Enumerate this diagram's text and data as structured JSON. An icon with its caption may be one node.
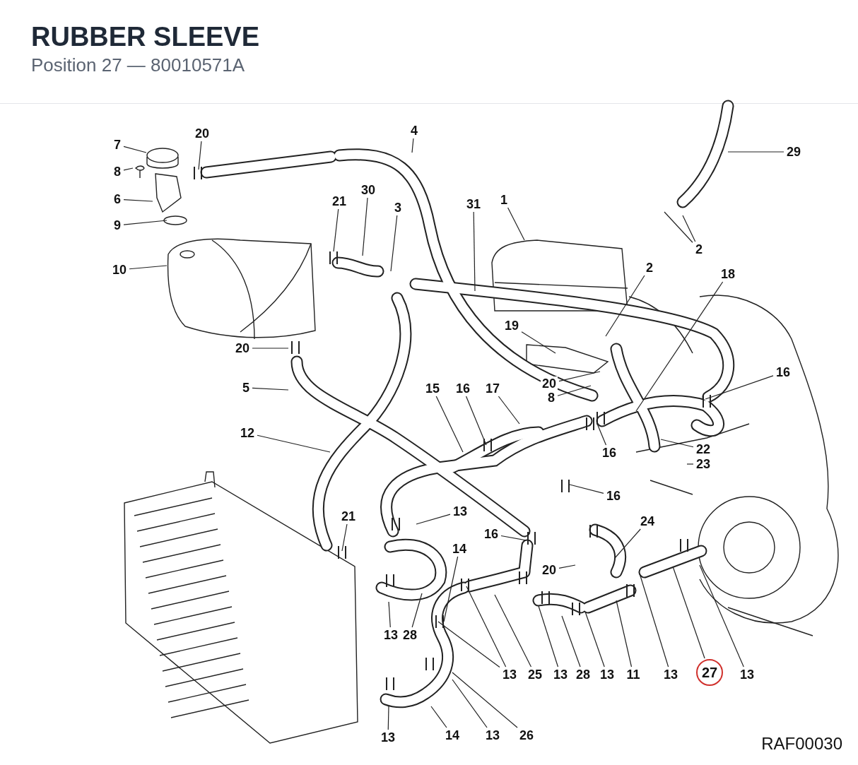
{
  "diagram": {
    "title": "RUBBER SLEEVE",
    "nodes": [
      {
        "text": [
          "7"
        ]
      },
      {
        "text": [
          "20"
        ]
      },
      {
        "text": [
          "8"
        ]
      },
      {
        "text": [
          "6"
        ]
      },
      {
        "text": [
          "9"
        ]
      },
      {
        "text": [
          "10"
        ]
      },
      {
        "text": [
          "21"
        ]
      },
      {
        "text": [
          "30"
        ]
      },
      {
        "text": [
          "3"
        ]
      },
      {
        "text": [
          "4"
        ]
      },
      {
        "text": [
          "31"
        ]
      },
      {
        "text": [
          "1"
        ]
      },
      {
        "text": [
          "29"
        ]
      },
      {
        "text": [
          "2"
        ]
      },
      {
        "text": [
          "2"
        ]
      },
      {
        "text": [
          "18"
        ]
      },
      {
        "text": [
          "19"
        ]
      },
      {
        "text": [
          "20"
        ]
      },
      {
        "text": [
          "5"
        ]
      },
      {
        "text": [
          "20"
        ]
      },
      {
        "text": [
          "8"
        ]
      },
      {
        "text": [
          "16"
        ]
      },
      {
        "text": [
          "15"
        ]
      },
      {
        "text": [
          "16"
        ]
      },
      {
        "text": [
          "17"
        ]
      },
      {
        "text": [
          "12"
        ]
      },
      {
        "text": [
          "16"
        ]
      },
      {
        "text": [
          "22"
        ]
      },
      {
        "text": [
          "23"
        ]
      },
      {
        "text": [
          "16"
        ]
      },
      {
        "text": [
          "24"
        ]
      },
      {
        "text": [
          "13"
        ]
      },
      {
        "text": [
          "21"
        ]
      },
      {
        "text": [
          "16"
        ]
      },
      {
        "text": [
          "14"
        ]
      },
      {
        "text": [
          "20"
        ]
      },
      {
        "text": [
          "13"
        ]
      },
      {
        "text": [
          "28"
        ]
      },
      {
        "text": [
          "13"
        ]
      },
      {
        "text": [
          "25"
        ]
      },
      {
        "text": [
          "13"
        ]
      },
      {
        "text": [
          "28"
        ]
      },
      {
        "text": [
          "13"
        ]
      },
      {
        "text": [
          "11"
        ]
      },
      {
        "text": [
          "13"
        ]
      },
      {
        "text": [
          "27"
        ]
      },
      {
        "text": [
          "13"
        ]
      },
      {
        "text": [
          "13"
        ]
      },
      {
        "text": [
          "14"
        ]
      },
      {
        "text": [
          "13"
        ]
      },
      {
        "text": [
          "26"
        ]
      }
    ],
    "edges": [
      {
        "from": 0,
        "to": null,
        "arrow": "none"
      },
      {
        "from": 1,
        "to": null,
        "arrow": "none"
      },
      {
        "from": 2,
        "to": null,
        "arrow": "none"
      },
      {
        "from": 3,
        "to": null,
        "arrow": "none"
      },
      {
        "from": 4,
        "to": null,
        "arrow": "none"
      },
      {
        "from": 5,
        "to": null,
        "arrow": "none"
      },
      {
        "from": 6,
        "to": null,
        "arrow": "none"
      },
      {
        "from": 7,
        "to": null,
        "arrow": "none"
      },
      {
        "from": 8,
        "to": null,
        "arrow": "none"
      },
      {
        "from": 9,
        "to": null,
        "arrow": "none"
      },
      {
        "from": 10,
        "to": null,
        "arrow": "none"
      },
      {
        "from": 11,
        "to": null,
        "arrow": "none"
      },
      {
        "from": 12,
        "to": null,
        "arrow": "none"
      },
      {
        "from": 13,
        "to": null,
        "arrow": "none"
      },
      {
        "from": 13,
        "to": null,
        "arrow": "none"
      },
      {
        "from": 14,
        "to": null,
        "arrow": "none"
      },
      {
        "from": 15,
        "to": null,
        "arrow": "none"
      },
      {
        "from": 16,
        "to": null,
        "arrow": "none"
      },
      {
        "from": 17,
        "to": null,
        "arrow": "none"
      },
      {
        "from": 18,
        "to": null,
        "arrow": "none"
      },
      {
        "from": 19,
        "to": null,
        "arrow": "none"
      },
      {
        "from": 20,
        "to": null,
        "arrow": "none"
      },
      {
        "from": 21,
        "to": null,
        "arrow": "none"
      },
      {
        "from": 22,
        "to": null,
        "arrow": "none"
      },
      {
        "from": 23,
        "to": null,
        "arrow": "none"
      },
      {
        "from": 24,
        "to": null,
        "arrow": "none"
      },
      {
        "from": 25,
        "to": null,
        "arrow": "none"
      },
      {
        "from": 26,
        "to": null,
        "arrow": "none"
      },
      {
        "from": 27,
        "to": null,
        "arrow": "none"
      },
      {
        "from": 28,
        "to": null,
        "arrow": "none"
      },
      {
        "from": 29,
        "to": null,
        "arrow": "none"
      },
      {
        "from": 30,
        "to": null,
        "arrow": "none"
      },
      {
        "from": 31,
        "to": null,
        "arrow": "none"
      },
      {
        "from": 32,
        "to": null,
        "arrow": "none"
      },
      {
        "from": 33,
        "to": null,
        "arrow": "none"
      },
      {
        "from": 34,
        "to": null,
        "arrow": "none"
      },
      {
        "from": 35,
        "to": null,
        "arrow": "none"
      },
      {
        "from": 36,
        "to": null,
        "arrow": "none"
      },
      {
        "from": 37,
        "to": null,
        "arrow": "none"
      },
      {
        "from": 38,
        "to": null,
        "arrow": "none"
      },
      {
        "from": 38,
        "to": null,
        "arrow": "none"
      },
      {
        "from": 39,
        "to": null,
        "arrow": "none"
      },
      {
        "from": 40,
        "to": null,
        "arrow": "none"
      },
      {
        "from": 41,
        "to": null,
        "arrow": "none"
      },
      {
        "from": 42,
        "to": null,
        "arrow": "none"
      },
      {
        "from": 43,
        "to": null,
        "arrow": "none"
      },
      {
        "from": 44,
        "to": null,
        "arrow": "none"
      },
      {
        "from": 45,
        "to": null,
        "arrow": "none"
      },
      {
        "from": 46,
        "to": null,
        "arrow": "none"
      },
      {
        "from": 47,
        "to": null,
        "arrow": "none"
      },
      {
        "from": 48,
        "to": null,
        "arrow": "none"
      },
      {
        "from": 49,
        "to": null,
        "arrow": "none"
      },
      {
        "from": 50,
        "to": null,
        "arrow": "none"
      }
    ],
    "labels": [
      "Position 27 — 80010571A",
      "RAF00030"
    ]
  }
}
